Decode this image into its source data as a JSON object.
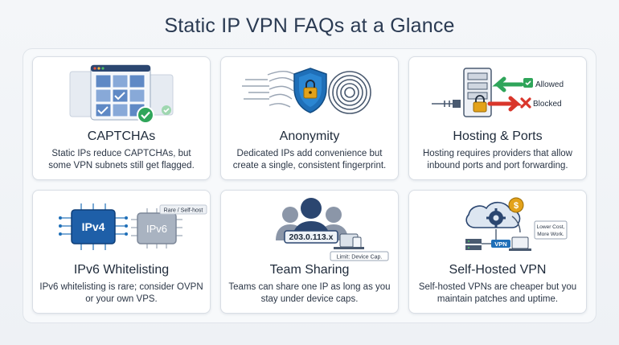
{
  "title": "Static IP VPN FAQs at a Glance",
  "cards": [
    {
      "title": "CAPTCHAs",
      "description": "Static IPs reduce CAPTCHAs, but some VPN subnets still get flagged.",
      "icon": "captcha-grid-icon"
    },
    {
      "title": "Anonymity",
      "description": "Dedicated IPs add convenience but create a single, consistent fingerprint.",
      "icon": "fingerprint-shield-icon"
    },
    {
      "title": "Hosting & Ports",
      "description": "Hosting requires providers that allow inbound ports and port forwarding.",
      "icon": "server-ports-icon",
      "labels": {
        "allowed": "Allowed",
        "blocked": "Blocked"
      }
    },
    {
      "title": "IPv6 Whitelisting",
      "description": "IPv6 whitelisting is rare; consider OVPN or your own VPS.",
      "icon": "ipv-chip-icon",
      "labels": {
        "ipv4": "IPv4",
        "ipv6": "IPv6",
        "tag": "Rare / Self-host"
      }
    },
    {
      "title": "Team Sharing",
      "description": "Teams can share one IP as long as you stay under device caps.",
      "icon": "team-users-icon",
      "labels": {
        "ip": "203.0.113.x",
        "limit": "Limit: Device Cap."
      }
    },
    {
      "title": "Self-Hosted VPN",
      "description": "Self-hosted VPNs are cheaper but you maintain patches and uptime.",
      "icon": "cloud-gear-icon",
      "labels": {
        "vpn": "VPN",
        "note_line1": "Lower Cost,",
        "note_line2": "More Work."
      }
    }
  ],
  "colors": {
    "accent_blue": "#1f6fb8",
    "green": "#2fa55a",
    "red": "#d9362b",
    "gold": "#e3a21a",
    "navy": "#2b4670"
  }
}
